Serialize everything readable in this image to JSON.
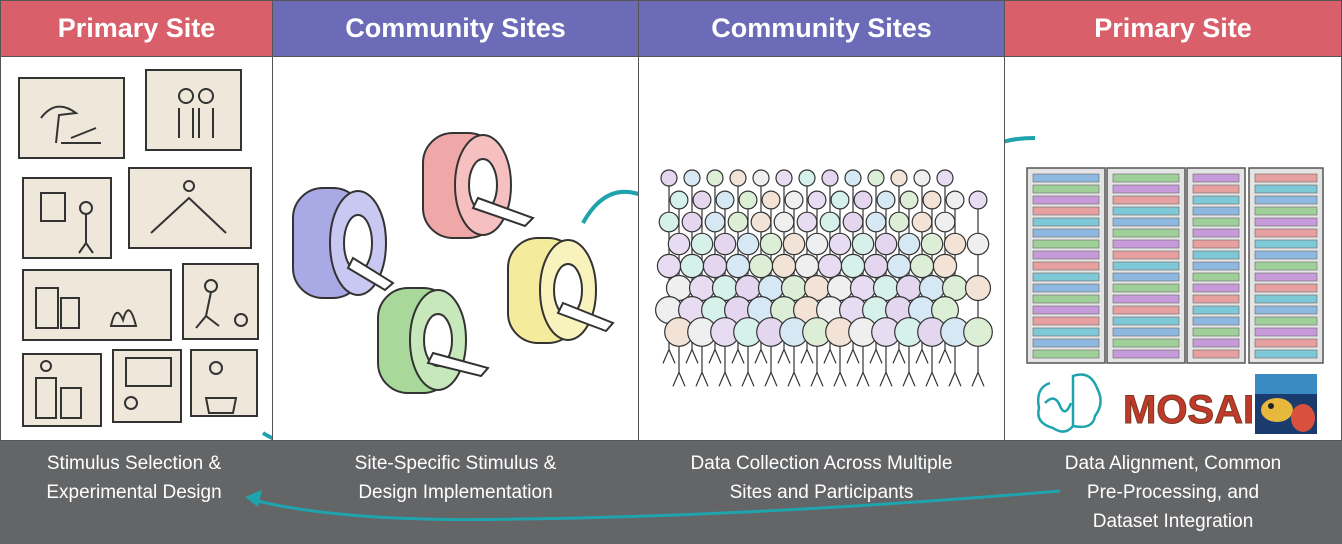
{
  "panels": [
    {
      "header": "Primary Site",
      "kind": "primary"
    },
    {
      "header": "Community Sites",
      "kind": "community"
    },
    {
      "header": "Community Sites",
      "kind": "community"
    },
    {
      "header": "Primary Site",
      "kind": "primary"
    }
  ],
  "captions": [
    {
      "line1": "Stimulus Selection &",
      "line2": "Experimental Design",
      "line3": ""
    },
    {
      "line1": "Site-Specific Stimulus &",
      "line2": "Design Implementation",
      "line3": ""
    },
    {
      "line1": "Data Collection Across Multiple",
      "line2": "Sites and Participants",
      "line3": ""
    },
    {
      "line1": "Data Alignment, Common",
      "line2": "Pre-Processing, and",
      "line3": "Dataset Integration"
    }
  ],
  "logos": {
    "mosaic": "MOSAIC"
  },
  "colors": {
    "primary_header": "#d95f6b",
    "community_header": "#6b6bb8",
    "footer": "#646567",
    "arrow": "#1fa4ad"
  }
}
